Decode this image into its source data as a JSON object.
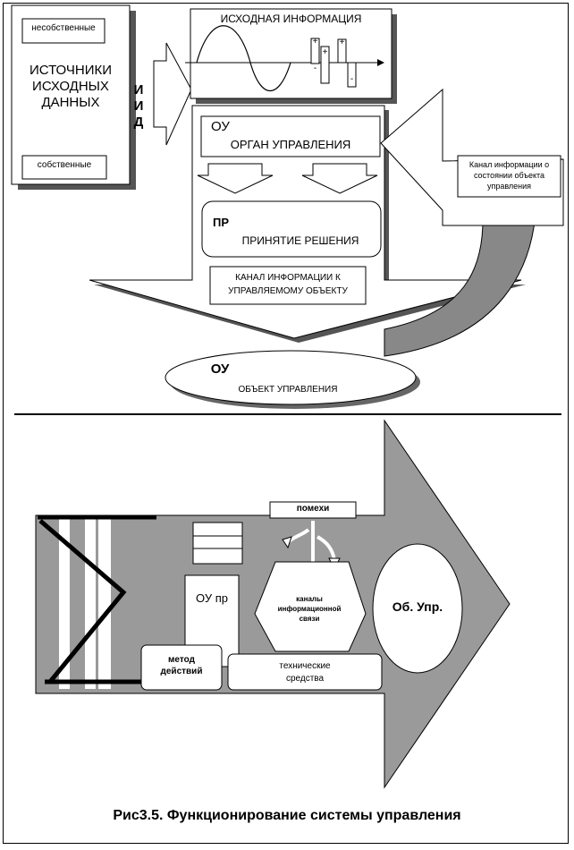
{
  "top": {
    "src_label_nonown": "несобственные",
    "src_title": "ИСТОЧНИКИ\nИСХОДНЫХ\nДАННЫХ",
    "src_label_own": "собственные",
    "iid": "И\nИ\nД",
    "info_title": "ИСХОДНАЯ  ИНФОРМАЦИЯ",
    "plus": "+",
    "minus": "-",
    "ou_abbr": "ОУ",
    "ou_full": "ОРГАН  УПРАВЛЕНИЯ",
    "pr_abbr": "ПР",
    "pr_full": "ПРИНЯТИЕ  РЕШЕНИЯ",
    "channel_to_object": "КАНАЛ  ИНФОРМАЦИИ  К\nУПРАВЛЯЕМОМУ  ОБЪЕКТУ",
    "feedback": "Канал информации о\nсостоянии объекта\nуправления",
    "object_abbr": "ОУ",
    "object_full": "ОБЪЕКТ УПРАВЛЕНИЯ"
  },
  "bottom": {
    "noise": "помехи",
    "ou_pr": "ОУ пр",
    "channels": "каналы\nинформационной\nсвязи",
    "object": "Об. Упр.",
    "method": "метод\nдействий",
    "tech": "технические\nсредства"
  },
  "caption": "Рис3.5. Функционирование системы управления"
}
